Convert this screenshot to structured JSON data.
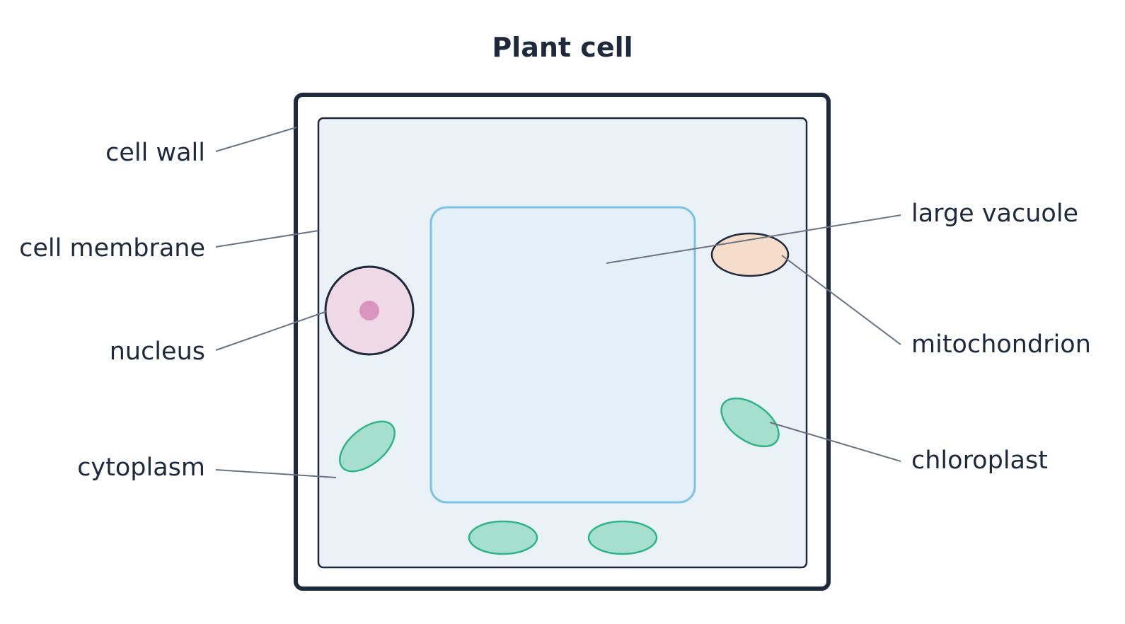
{
  "title": "Plant cell",
  "labels": {
    "cell_wall": "cell wall",
    "cell_membrane": "cell membrane",
    "nucleus": "nucleus",
    "cytoplasm": "cytoplasm",
    "large_vacuole": "large vacuole",
    "mitochondrion": "mitochondrion",
    "chloroplast": "chloroplast"
  },
  "colors": {
    "outline": "#1e293b",
    "cytoplasm_fill": "#eaf2f8",
    "vacuole_fill": "#e3f0f8",
    "vacuole_stroke": "#7cc3e2",
    "nucleus_fill": "#efd9e6",
    "nucleolus_fill": "#d995bd",
    "mitochondrion_fill": "#f6dccb",
    "chloroplast_fill": "#a6dfcd",
    "chloroplast_stroke": "#2fb487",
    "leader_line": "#6b7280"
  }
}
